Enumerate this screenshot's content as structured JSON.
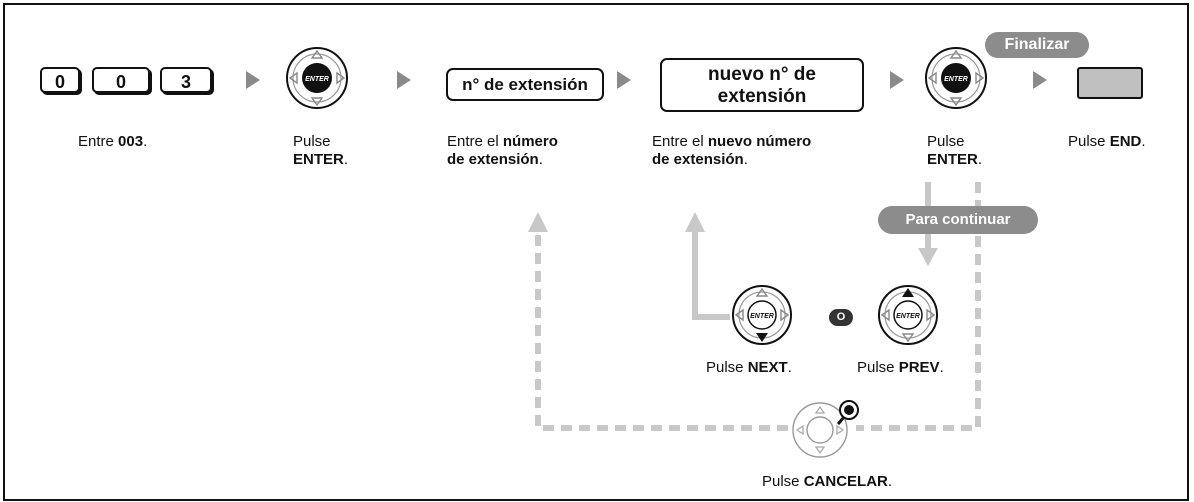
{
  "keys": {
    "k1": "0",
    "k2": "0",
    "k3": "3"
  },
  "enter_label": "ENTER",
  "extension_box": "n° de extensión",
  "new_extension_box": {
    "line1": "nuevo n° de",
    "line2": "extensión"
  },
  "badges": {
    "finalizar": "Finalizar",
    "continuar": "Para continuar",
    "o": "O"
  },
  "captions": {
    "step1": {
      "pre": "Entre ",
      "bold": "003",
      "post": "."
    },
    "step2": {
      "pre": "Pulse",
      "bold": "ENTER",
      "post": "."
    },
    "step3": {
      "pre": "Entre el ",
      "bold1": "número",
      "bold2": "de extensión",
      "post": "."
    },
    "step4": {
      "pre": "Entre el ",
      "bold1": "nuevo número",
      "bold2": "de extensión",
      "post": "."
    },
    "step5": {
      "pre": "Pulse",
      "bold": "ENTER",
      "post": "."
    },
    "step6": {
      "pre": "Pulse ",
      "bold": "END",
      "post": "."
    },
    "next": {
      "pre": "Pulse ",
      "bold": "NEXT",
      "post": "."
    },
    "prev": {
      "pre": "Pulse ",
      "bold": "PREV",
      "post": "."
    },
    "cancel": {
      "pre": "Pulse ",
      "bold": "CANCELAR",
      "post": "."
    }
  },
  "colors": {
    "badge_gray": "#8c8c8c",
    "flow_gray": "#c8c8c8",
    "end_key": "#c0c0c0",
    "ink": "#111111"
  }
}
